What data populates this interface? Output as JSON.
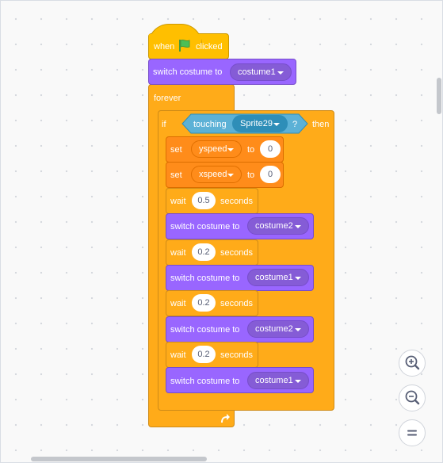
{
  "script": {
    "hat": {
      "when": "when",
      "clicked": "clicked"
    },
    "switch_top": {
      "label": "switch costume to",
      "costume": "costume1"
    },
    "forever": {
      "label": "forever"
    },
    "if_block": {
      "if": "if",
      "then": "then",
      "touching": "touching",
      "sprite": "Sprite29",
      "question": "?"
    },
    "set_y": {
      "set": "set",
      "var": "yspeed",
      "to": "to",
      "value": "0"
    },
    "set_x": {
      "set": "set",
      "var": "xspeed",
      "to": "to",
      "value": "0"
    },
    "waits": [
      {
        "wait": "wait",
        "value": "0.5",
        "seconds": "seconds"
      },
      {
        "wait": "wait",
        "value": "0.2",
        "seconds": "seconds"
      },
      {
        "wait": "wait",
        "value": "0.2",
        "seconds": "seconds"
      },
      {
        "wait": "wait",
        "value": "0.2",
        "seconds": "seconds"
      }
    ],
    "switches": [
      {
        "label": "switch costume to",
        "costume": "costume2"
      },
      {
        "label": "switch costume to",
        "costume": "costume1"
      },
      {
        "label": "switch costume to",
        "costume": "costume2"
      },
      {
        "label": "switch costume to",
        "costume": "costume1"
      }
    ]
  },
  "icons": {
    "flag": "green-flag-icon",
    "loop": "loop-arrow-icon",
    "zoom_in": "zoom-in-icon",
    "zoom_out": "zoom-out-icon",
    "reset": "zoom-reset-icon"
  },
  "colors": {
    "events": "#ffbf00",
    "control": "#ffab19",
    "looks": "#9966ff",
    "variables": "#ff8c1a",
    "sensing": "#5cb1d6",
    "flag": "#4cbf56"
  }
}
